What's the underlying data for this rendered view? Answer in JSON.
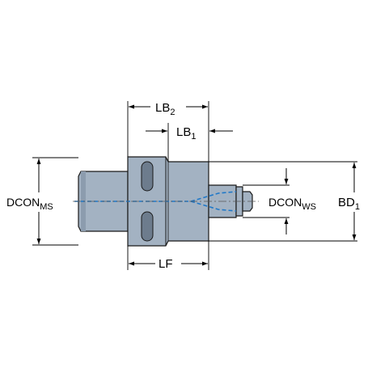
{
  "labels": {
    "lb2": {
      "main": "LB",
      "sub": "2"
    },
    "lb1": {
      "main": "LB",
      "sub": "1"
    },
    "dcon_ms": {
      "main": "DCON",
      "sub": "MS"
    },
    "dcon_ws": {
      "main": "DCON",
      "sub": "WS"
    },
    "bd1": {
      "main": "BD",
      "sub": "1"
    },
    "lf": {
      "main": "LF"
    }
  },
  "colors": {
    "body": "#a3b2c2",
    "coolant": "#1f78c8",
    "outline": "#1a1a1a"
  }
}
